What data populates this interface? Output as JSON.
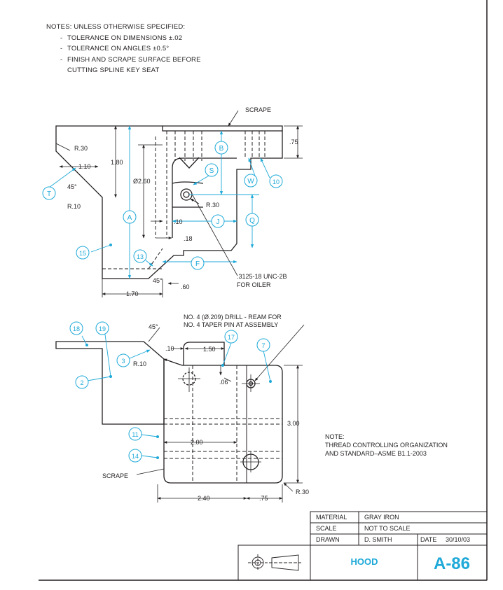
{
  "notes": {
    "heading": "NOTES: UNLESS OTHERWISE SPECIFIED:",
    "items": [
      "TOLERANCE ON DIMENSIONS ±.02",
      "TOLERANCE ON ANGLES ±0.5°",
      "FINISH AND SCRAPE SURFACE BEFORE"
    ],
    "continuation": "CUTTING SPLINE KEY SEAT",
    "dash": "-"
  },
  "front_view": {
    "scrape": "SCRAPE",
    "r30_top": "R.30",
    "dim_110": "1.10",
    "dim_180": "1.80",
    "angle_45": "45°",
    "r10": "R.10",
    "dia_260": "Ø2.60",
    "dim_75": ".75",
    "r30_mid": "R.30",
    "dim_10": ".10",
    "dim_18": ".18",
    "angle_45_bottom": "45°",
    "dim_60": ".60",
    "dim_170": "1.70",
    "thread_note_1": ".3125-18 UNC-2B",
    "thread_note_2": "FOR OILER",
    "balloons": {
      "T": "T",
      "A": "A",
      "B": "B",
      "S": "S",
      "W": "W",
      "n10": "10",
      "Q": "Q",
      "J": "J",
      "F": "F",
      "n15": "15",
      "n13": "13"
    }
  },
  "top_view": {
    "drill_note_1": "NO. 4 (Ø.209) DRILL - REAM FOR",
    "drill_note_2": "NO. 4 TAPER PIN AT ASSEMBLY",
    "angle_45": "45°",
    "dim_10": ".10",
    "dim_150": "1.50",
    "r10": "R.10",
    "dim_06": ".06",
    "dim_300": "3.00",
    "dim_200": "2.00",
    "dim_240": "2.40",
    "dim_75": ".75",
    "r30": "R.30",
    "scrape": "SCRAPE",
    "balloons": {
      "n18": "18",
      "n19": "19",
      "n17": "17",
      "n7": "7",
      "n3": "3",
      "n2": "2",
      "n11": "11",
      "n14": "14"
    }
  },
  "thread_note": {
    "heading": "NOTE:",
    "line1": "THREAD CONTROLLING ORGANIZATION",
    "line2": "AND STANDARD–ASME B1.1-2003"
  },
  "title_block": {
    "material_label": "MATERIAL",
    "material_value": "GRAY IRON",
    "scale_label": "SCALE",
    "scale_value": "NOT TO SCALE",
    "drawn_label": "DRAWN",
    "drawn_value": "D. SMITH",
    "date_label": "DATE",
    "date_value": "30/10/03",
    "title": "HOOD",
    "drawing_number": "A-86"
  },
  "colors": {
    "line": "#231f20",
    "accent": "#1ea9d8",
    "title": "#1ea9d8"
  }
}
